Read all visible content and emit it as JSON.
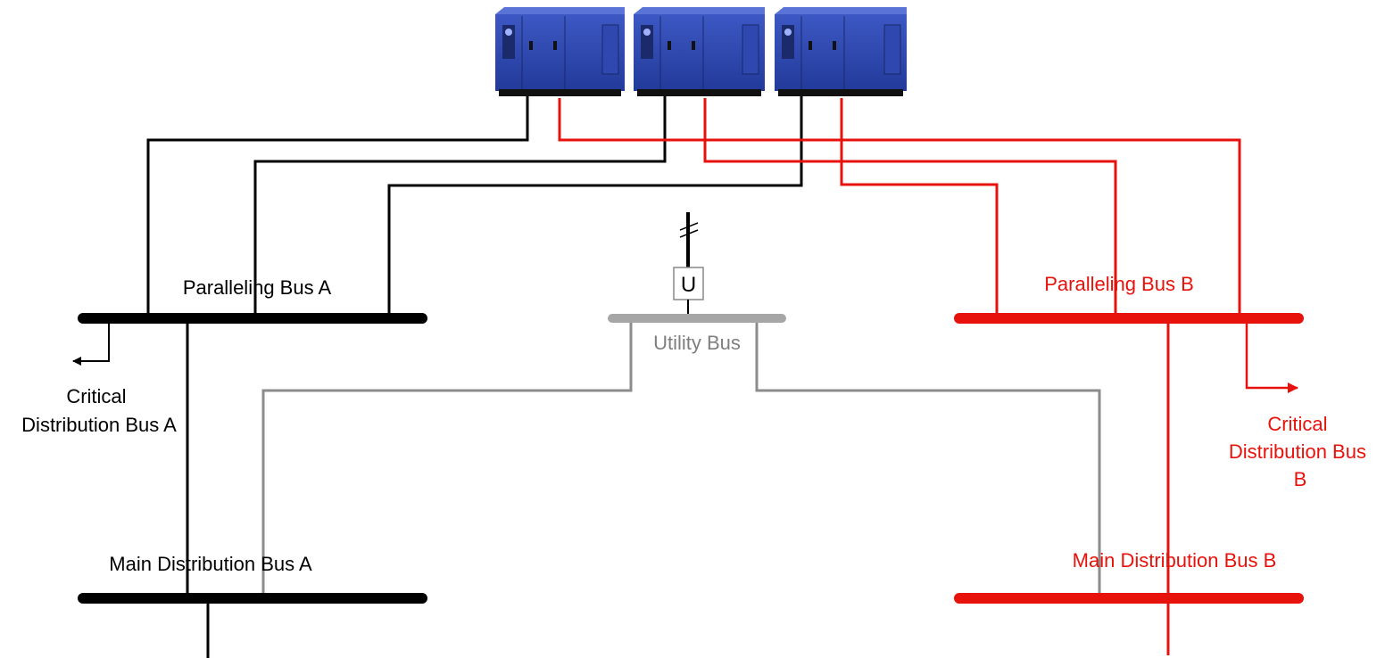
{
  "colors": {
    "side_a": "#000000",
    "side_b": "#e8120c",
    "utility": "#8c8c8c",
    "utility_bus": "#a6a6a6",
    "generator_body": "#2a43a8",
    "generator_base": "#1c1c22"
  },
  "labels": {
    "paralleling_bus_a": "Paralleling Bus A",
    "paralleling_bus_b": "Paralleling Bus B",
    "utility_bus": "Utility Bus",
    "utility_source": "U",
    "critical_a": [
      "Critical",
      "Distribution Bus A"
    ],
    "critical_b": [
      "Critical",
      "Distribution Bus",
      "B"
    ],
    "main_dist_a": "Main Distribution Bus A",
    "main_dist_b": "Main Distribution Bus B"
  },
  "generators": [
    {
      "id": "gen-1",
      "icon": "generator-icon"
    },
    {
      "id": "gen-2",
      "icon": "generator-icon"
    },
    {
      "id": "gen-3",
      "icon": "generator-icon"
    }
  ]
}
